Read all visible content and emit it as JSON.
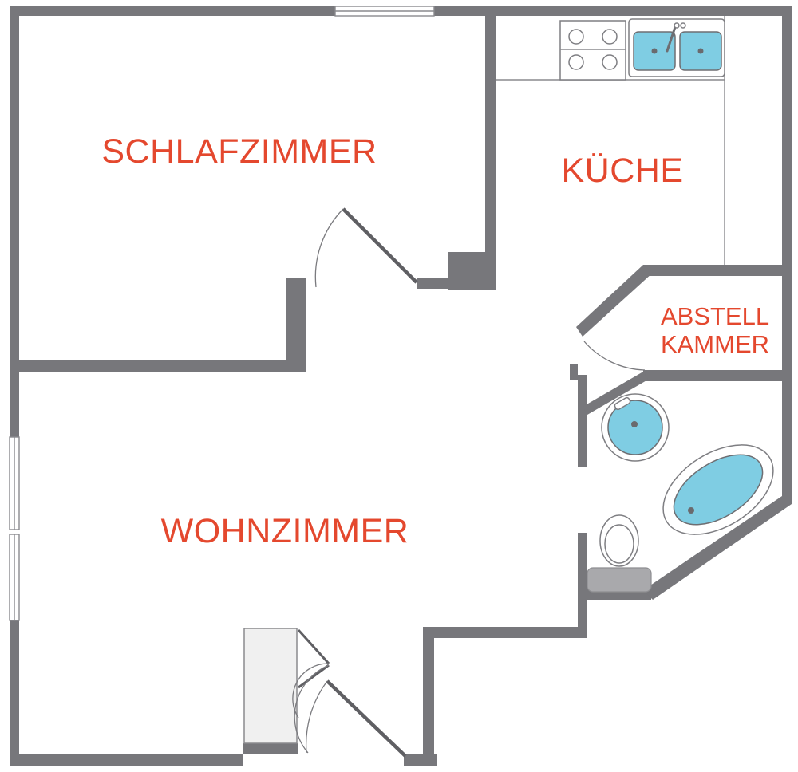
{
  "rooms": {
    "schlafzimmer": "SCHLAFZIMMER",
    "kueche": "KÜCHE",
    "abstell_line1": "ABSTELL",
    "abstell_line2": "KAMMER",
    "wohnzimmer": "WOHNZIMMER"
  },
  "colors": {
    "wall": "#77777b",
    "label": "#e4482e",
    "water": "#7fcde3"
  },
  "icons": [
    "stove-icon",
    "double-sink-icon",
    "round-washbasin-icon",
    "oval-bathtub-icon",
    "toilet-icon",
    "wardrobe-icon"
  ]
}
